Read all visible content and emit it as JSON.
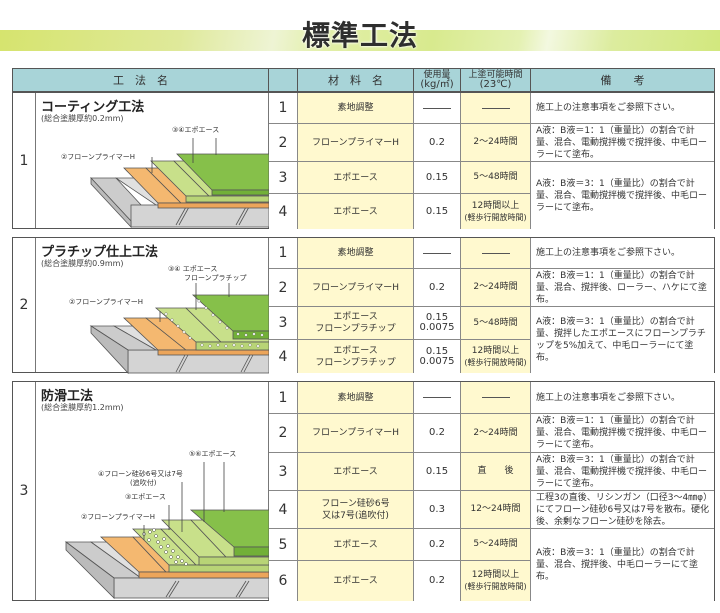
{
  "title": "標準工法",
  "header": {
    "method": "工　法　名",
    "step": "",
    "material": "材　料　名",
    "amount_line1": "使用量",
    "amount_line2": "(kg/㎡)",
    "time_line1": "上塗可能時間",
    "time_line2": "(23℃)",
    "notes": "備　　考"
  },
  "sections": [
    {
      "number": "1",
      "name": "コーティング工法",
      "thickness": "(総合塗膜厚約0.2mm)",
      "diagram_labels": [
        "③④エポエース",
        "②フローンプライマーH"
      ],
      "rows": [
        {
          "step": "1",
          "material": "素地調整",
          "amount": "——",
          "time": "——",
          "time_sub": ""
        },
        {
          "step": "2",
          "material": "フローンプライマーH",
          "amount": "0.2",
          "time": "2〜24時間",
          "time_sub": ""
        },
        {
          "step": "3",
          "material": "エポエース",
          "amount": "0.15",
          "time": "5〜48時間",
          "time_sub": ""
        },
        {
          "step": "4",
          "material": "エポエース",
          "amount": "0.15",
          "time": "12時間以上",
          "time_sub": "(軽歩行開放時間)"
        }
      ],
      "notes": [
        "施工上の注意事項をご参照下さい。",
        "A液：B液＝1：1（重量比）の割合で計量、混合、電動撹拌機で撹拌後、中毛ローラーにて塗布。",
        "A液：B液＝3：1（重量比）の割合で計量、混合、電動撹拌機で撹拌後、中毛ローラーにて塗布。"
      ]
    },
    {
      "number": "2",
      "name": "プラチップ仕上工法",
      "thickness": "(総合塗膜厚約0.9mm)",
      "diagram_labels": [
        "③④ エポエース",
        "フローンプラチップ",
        "②フローンプライマーH"
      ],
      "rows": [
        {
          "step": "1",
          "material": "素地調整",
          "amount": "——",
          "time": "——",
          "time_sub": ""
        },
        {
          "step": "2",
          "material": "フローンプライマーH",
          "amount": "0.2",
          "time": "2〜24時間",
          "time_sub": ""
        },
        {
          "step": "3",
          "material": "エポエース\nフローンプラチップ",
          "amount": "0.15\n0.0075",
          "time": "5〜48時間",
          "time_sub": ""
        },
        {
          "step": "4",
          "material": "エポエース\nフローンプラチップ",
          "amount": "0.15\n0.0075",
          "time": "12時間以上",
          "time_sub": "(軽歩行開放時間)"
        }
      ],
      "notes": [
        "施工上の注意事項をご参照下さい。",
        "A液：B液＝1：1（重量比）の割合で計量、混合、撹拌後、ローラー、ハケにて塗布。",
        "A液：B液＝3：1（重量比）の割合で計量、撹拌したエポエースにフローンプラチップを5%加えて、中毛ローラーにて塗布。"
      ]
    },
    {
      "number": "3",
      "name": "防滑工法",
      "thickness": "(総合塗膜厚約1.2mm)",
      "diagram_labels": [
        "⑤⑥エポエース",
        "④フローン硅砂6号又は7号",
        "(追吹付)",
        "③エポエース",
        "②フローンプライマーH"
      ],
      "rows": [
        {
          "step": "1",
          "material": "素地調整",
          "amount": "——",
          "time": "——",
          "time_sub": ""
        },
        {
          "step": "2",
          "material": "フローンプライマーH",
          "amount": "0.2",
          "time": "2〜24時間",
          "time_sub": ""
        },
        {
          "step": "3",
          "material": "エポエース",
          "amount": "0.15",
          "time": "直　　後",
          "time_sub": ""
        },
        {
          "step": "4",
          "material": "フローン硅砂6号\n又は7号(追吹付)",
          "amount": "0.3",
          "time": "12〜24時間",
          "time_sub": ""
        },
        {
          "step": "5",
          "material": "エポエース",
          "amount": "0.2",
          "time": "5〜24時間",
          "time_sub": ""
        },
        {
          "step": "6",
          "material": "エポエース",
          "amount": "0.2",
          "time": "12時間以上",
          "time_sub": "(軽歩行開放時間)"
        }
      ],
      "notes": [
        "施工上の注意事項をご参照下さい。",
        "A液：B液＝1：1（重量比）の割合で計量、混合、電動撹拌機で撹拌後、中毛ローラーにて塗布。",
        "A液：B液＝3：1（重量比）の割合で計量、混合、電動撹拌機で撹拌後、中毛ローラーにて塗布。",
        "工程3の直後、リシンガン（口径3〜4㎜φ）にてフローン硅砂6号又は7号を散布。硬化後、余剰なフローン硅砂を除去。",
        "A液：B液＝3：1（重量比）の割合で計量、混合、撹拌後、中毛ローラーにて塗布。"
      ]
    }
  ],
  "colors": {
    "header_bg": "#a8d4d8",
    "material_bg": "#fff9cf",
    "primer": "#f4b870",
    "coat_light": "#c8e08a",
    "coat_dark": "#86c04a",
    "concrete": "#d8d8d8"
  }
}
